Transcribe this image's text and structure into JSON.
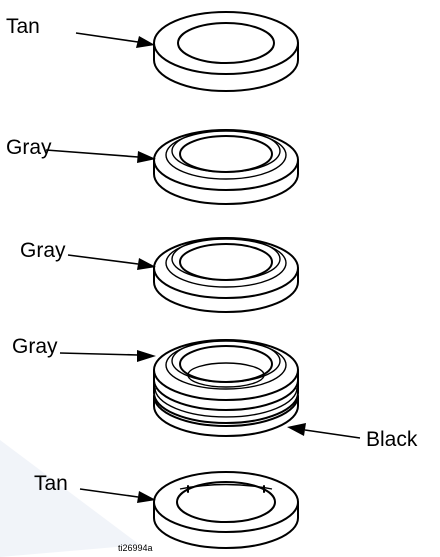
{
  "labels": {
    "seal_1": "Tan",
    "seal_2": "Gray",
    "seal_3": "Gray",
    "seal_4": "Gray",
    "seal_4_side": "Black",
    "seal_5": "Tan"
  },
  "reference_code": "ti26994a",
  "colors": {
    "line": "#000000",
    "background": "#ffffff",
    "watermark": "#e8edf5"
  }
}
